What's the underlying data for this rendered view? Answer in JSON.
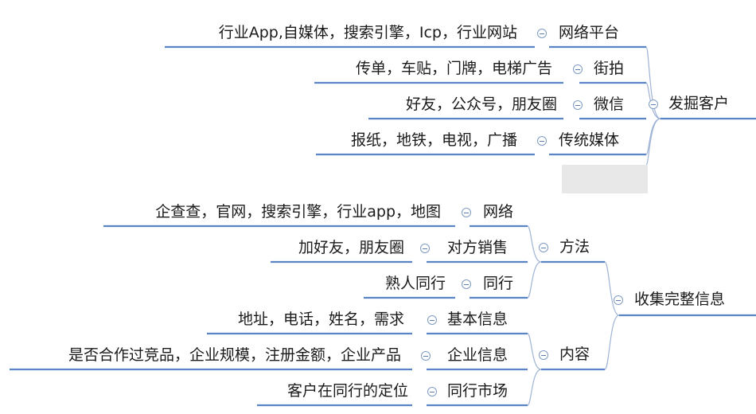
{
  "mindmap": {
    "branch1": {
      "root": "发掘客户",
      "children": [
        {
          "label": "网络平台",
          "detail": "行业App,自媒体，搜索引擎，Icp，行业网站"
        },
        {
          "label": "街拍",
          "detail": "传单，车贴，门牌，电梯广告"
        },
        {
          "label": "微信",
          "detail": "好友，公众号，朋友圈"
        },
        {
          "label": "传统媒体",
          "detail": "报纸，地铁，电视，广播"
        }
      ]
    },
    "branch2": {
      "root": "收集完整信息",
      "groups": [
        {
          "label": "方法",
          "children": [
            {
              "label": "网络",
              "detail": "企查查，官网，搜索引擎，行业app，地图"
            },
            {
              "label": "对方销售",
              "detail": "加好友，朋友圈"
            },
            {
              "label": "同行",
              "detail": "熟人同行"
            }
          ]
        },
        {
          "label": "内容",
          "children": [
            {
              "label": "基本信息",
              "detail": "地址，电话，姓名，需求"
            },
            {
              "label": "企业信息",
              "detail": "是否合作过竞品，企业规模，注册金额，企业产品"
            },
            {
              "label": "同行市场",
              "detail": "客户在同行的定位"
            }
          ]
        }
      ]
    }
  }
}
